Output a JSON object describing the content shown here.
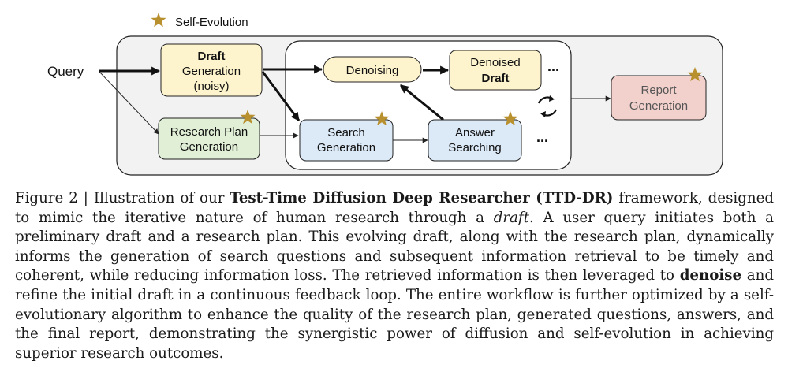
{
  "legend": {
    "label": "Self-Evolution"
  },
  "nodes": {
    "query": "Query",
    "draft_generation": {
      "line1": "Draft",
      "line2": "Generation",
      "line3": "(noisy)"
    },
    "research_plan": {
      "line1": "Research Plan",
      "line2": "Generation"
    },
    "denoising": "Denoising",
    "denoised_draft": {
      "line1": "Denoised",
      "line2": "Draft"
    },
    "search_generation": {
      "line1": "Search",
      "line2": "Generation"
    },
    "answer_searching": {
      "line1": "Answer",
      "line2": "Searching"
    },
    "report_generation": {
      "line1": "Report",
      "line2": "Generation"
    },
    "ellipsis_top": "...",
    "ellipsis_bottom": "..."
  },
  "colors": {
    "yellow_box": "#fdf3cc",
    "green_box": "#e0efd6",
    "blue_box": "#dce9f7",
    "red_box": "#f2d1cc",
    "outer_bg": "#f2f2f2",
    "star": "#b8902e"
  },
  "caption": {
    "lead": "Figure 2 | Illustration of our ",
    "title_bold": "Test-Time Diffusion Deep Researcher (TTD-DR)",
    "after_title": " framework, designed to mimic the iterative nature of human research through a ",
    "draft_italic": "draft",
    "middle": ". A user query initiates both a preliminary draft and a research plan. This evolving draft, along with the research plan, dynamically informs the generation of search questions and subsequent information retrieval to be timely and coherent, while reducing information loss. The retrieved information is then leveraged to ",
    "denoise_bold": "denoise",
    "tail": " and refine the initial draft in a continuous feedback loop. The entire workflow is further optimized by a self-evolutionary algorithm to enhance the quality of the research plan, generated questions, answers, and the final report, demonstrating the synergistic power of diffusion and self-evolution in achieving superior research outcomes."
  }
}
